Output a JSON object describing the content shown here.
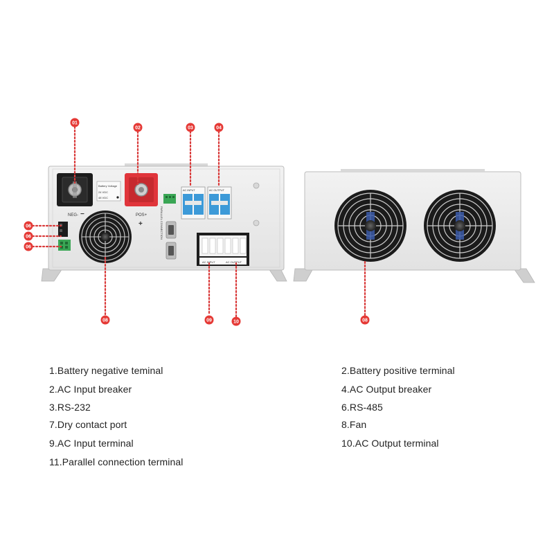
{
  "callouts": {
    "c01": "01",
    "c02": "02",
    "c03": "03",
    "c04": "04",
    "c06a": "06",
    "c06b": "06",
    "c06c": "06",
    "c08a": "08",
    "c08b": "08",
    "c09": "09",
    "c10": "10"
  },
  "unit_labels": {
    "neg": "NEG-",
    "pos": "POS+",
    "minus": "−",
    "plus": "+",
    "battery_voltage": "Battery Voltage",
    "v24": "24 VDC",
    "v48": "48 VDC",
    "ac_input_breaker": "AC INPUT",
    "ac_output_breaker": "AC OUTPUT",
    "parallel": "PARALLEL CONNECTION",
    "ac_input_terminal": "AC INPUT",
    "ac_output_terminal": "AC OUTPUT"
  },
  "legend": {
    "left": [
      "1.Battery negative teminal",
      "2.AC Input breaker",
      "3.RS-232",
      "7.Dry contact port",
      "9.AC Input terminal",
      "11.Parallel connection terminal"
    ],
    "right": [
      "2.Battery positive terminal",
      "4.AC Output breaker",
      "6.RS-485",
      "8.Fan",
      "10.AC Output terminal"
    ]
  },
  "colors": {
    "callout": "#e53935",
    "panel": "#ededed",
    "panel_edge": "#bdbdbd",
    "terminal_red": "#e0353b",
    "terminal_black": "#1d1d1d",
    "breaker_blue": "#3d9ad8",
    "connector_green": "#3aa655"
  },
  "icons": {
    "fan": "fan-grille-icon",
    "breaker": "breaker-switch-icon",
    "bolt": "terminal-bolt-icon"
  }
}
